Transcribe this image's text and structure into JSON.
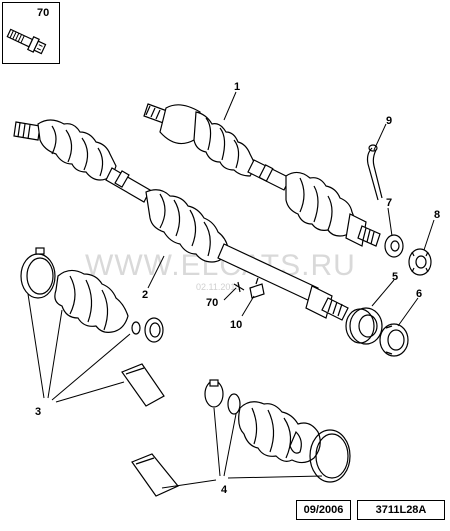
{
  "watermark": {
    "text": "WWW.ELCATS.RU",
    "date": "02.11.2010"
  },
  "inset": {
    "label": "70"
  },
  "callouts": {
    "c1": "1",
    "c2": "2",
    "c3": "3",
    "c4": "4",
    "c5": "5",
    "c6": "6",
    "c7": "7",
    "c8": "8",
    "c9": "9",
    "c10": "10",
    "c70": "70"
  },
  "footer": {
    "date": "09/2006",
    "reference": "3711L28A"
  }
}
